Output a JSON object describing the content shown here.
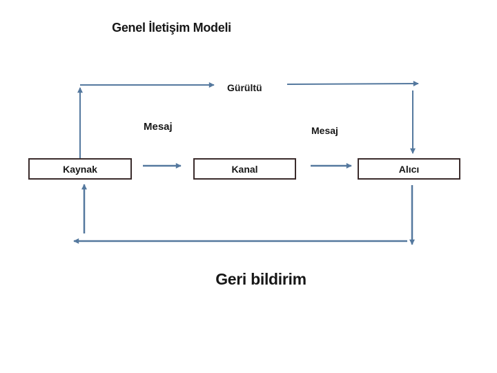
{
  "slide": {
    "title": "Genel İletişim Modeli",
    "labels": {
      "noise": "Gürültü",
      "message_left": "Mesaj",
      "message_right": "Mesaj",
      "feedback": "Geri bildirim"
    },
    "boxes": [
      {
        "id": "source",
        "label": "Kaynak"
      },
      {
        "id": "channel",
        "label": "Kanal"
      },
      {
        "id": "receiver",
        "label": "Alıcı"
      }
    ],
    "edges": [
      {
        "from": "source",
        "to": "noise",
        "label": ""
      },
      {
        "from": "noise",
        "to": "receiver",
        "label": ""
      },
      {
        "from": "source",
        "to": "channel",
        "label": "Mesaj"
      },
      {
        "from": "channel",
        "to": "receiver",
        "label": "Mesaj"
      },
      {
        "from": "receiver",
        "to": "source",
        "label": "Geri bildirim"
      }
    ],
    "colors": {
      "arrow": "#54789e",
      "box_border": "#3a2b2b",
      "text": "#171717",
      "background": "#ffffff"
    }
  }
}
